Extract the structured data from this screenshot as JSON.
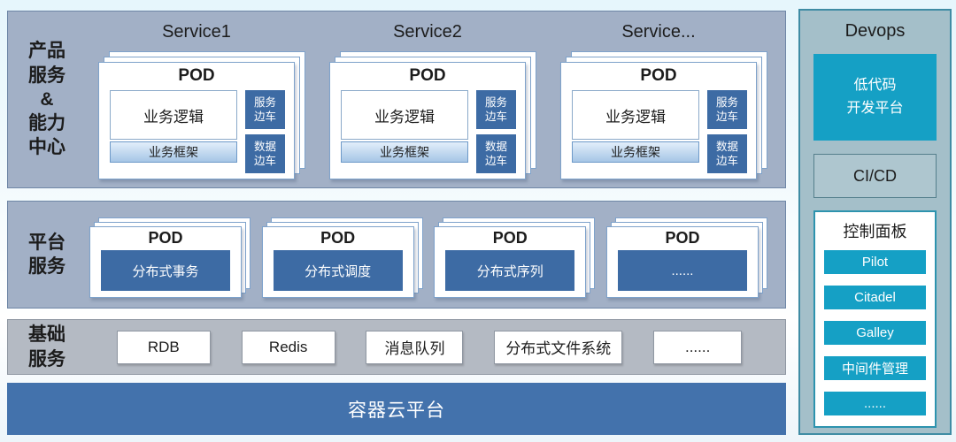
{
  "colors": {
    "band-bg": "#a2b0c6",
    "band-border": "#6e86a6",
    "basic-bg": "#b4bac3",
    "basic-border": "#8f97a2",
    "card-border": "#7ea2cb",
    "inner-border": "#8aa9c9",
    "dark-blue": "#3d6ba4",
    "footer-blue": "#4372ac",
    "frame-top": "#e2eefa",
    "frame-bottom": "#a6c6e6",
    "frame-border": "#6d99c8",
    "teal": "#15a0c5",
    "devops-bg": "#a4bfc9",
    "devops-border": "#3f8ca4",
    "cicd-bg": "#aec6cf",
    "cicd-border": "#557f8c",
    "panel-border": "#2d93ae",
    "text": "#1c1c1c"
  },
  "band_products": {
    "label": "产品\n服务\n&\n能力\n中心",
    "services": [
      {
        "title": "Service1",
        "pod_title": "POD",
        "logic": "业务逻辑",
        "framework": "业务框架",
        "sidecar_service": "服务\n边车",
        "sidecar_data": "数据\n边车"
      },
      {
        "title": "Service2",
        "pod_title": "POD",
        "logic": "业务逻辑",
        "framework": "业务框架",
        "sidecar_service": "服务\n边车",
        "sidecar_data": "数据\n边车"
      },
      {
        "title": "Service...",
        "pod_title": "POD",
        "logic": "业务逻辑",
        "framework": "业务框架",
        "sidecar_service": "服务\n边车",
        "sidecar_data": "数据\n边车"
      }
    ]
  },
  "band_platform": {
    "label": "平台\n服务",
    "pods": [
      {
        "pod_title": "POD",
        "value": "分布式事务"
      },
      {
        "pod_title": "POD",
        "value": "分布式调度"
      },
      {
        "pod_title": "POD",
        "value": "分布式序列"
      },
      {
        "pod_title": "POD",
        "value": "......"
      }
    ]
  },
  "band_basic": {
    "label": "基础\n服务",
    "boxes": [
      "RDB",
      "Redis",
      "消息队列",
      "分布式文件系统",
      "......"
    ]
  },
  "footer": {
    "label": "容器云平台"
  },
  "devops": {
    "title": "Devops",
    "lowcode": "低代码\n开发平台",
    "cicd": "CI/CD",
    "panel": {
      "title": "控制面板",
      "buttons": [
        "Pilot",
        "Citadel",
        "Galley",
        "中间件管理",
        "......"
      ]
    }
  }
}
